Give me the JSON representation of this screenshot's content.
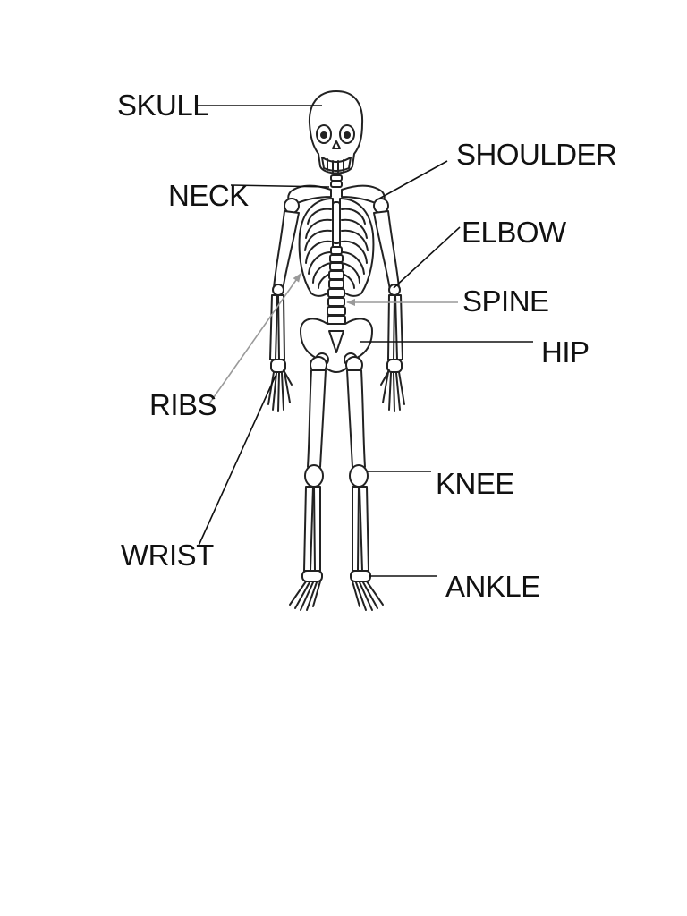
{
  "labels": {
    "skull": "SKULL",
    "shoulder": "SHOULDER",
    "neck": "NECK",
    "elbow": "ELBOW",
    "spine": "SPINE",
    "hip": "HIP",
    "ribs": "RIBS",
    "knee": "KNEE",
    "wrist": "WRIST",
    "ankle": "ANKLE"
  },
  "colors": {
    "line": "#111111",
    "ribs_pointer": "#9a9a9a",
    "spine_pointer": "#9a9a9a",
    "bone_fill": "#ffffff",
    "bone_stroke": "#222222"
  }
}
